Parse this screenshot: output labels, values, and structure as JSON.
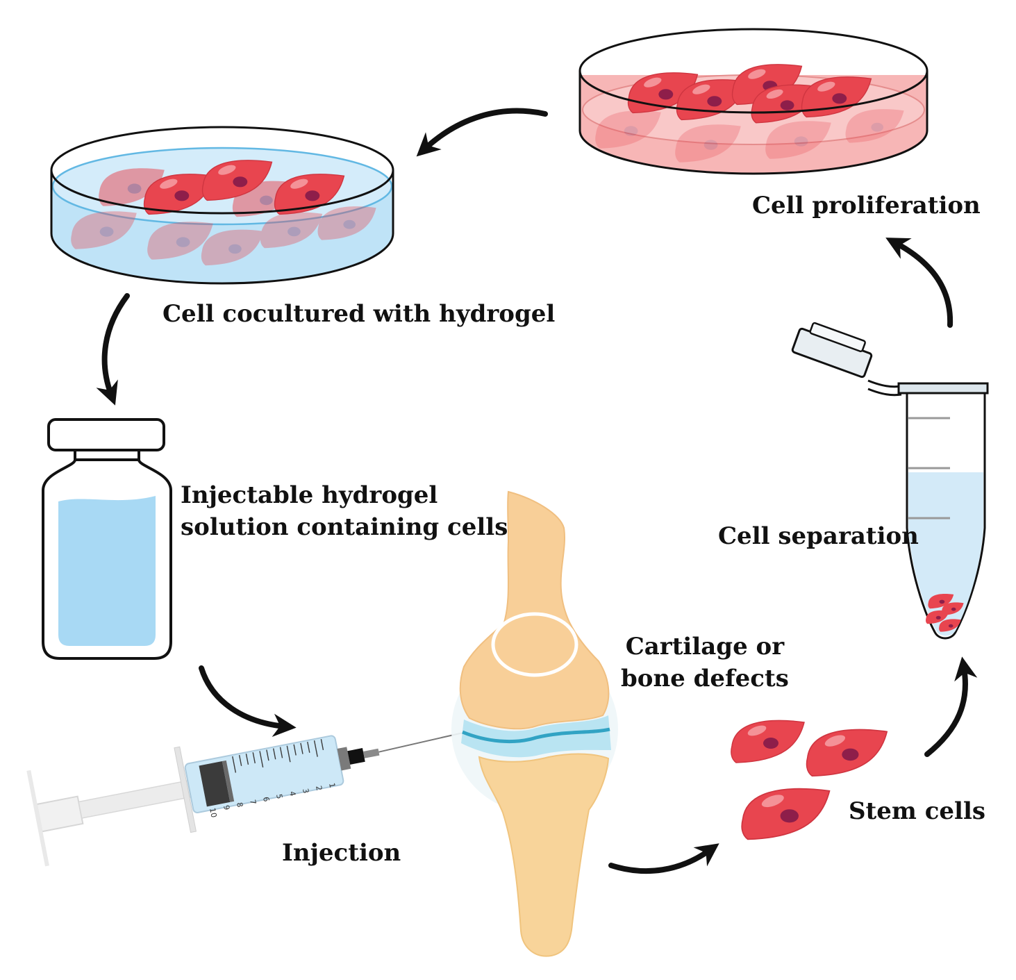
{
  "labels": {
    "cell_proliferation": "Cell proliferation",
    "cell_cocultured": "Cell cocultured with hydrogel",
    "injectable_line1": "Injectable hydrogel",
    "injectable_line2": "solution containing cells",
    "cell_separation": "Cell separation",
    "cartilage_line1": "Cartilage or",
    "cartilage_line2": "bone defects",
    "stem_cells": "Stem cells",
    "injection": "Injection"
  },
  "syringe_scale": [
    "1",
    "2",
    "3",
    "4",
    "5",
    "6",
    "7",
    "8",
    "9",
    "10"
  ],
  "colors": {
    "cell_red": "#e8454f",
    "cell_nucleus": "#8e1e4a",
    "hydrogel_blue": "#bfe3f7",
    "dish_pink": "#f7b9b9",
    "bone": "#f8cf98",
    "cartilage": "#b9e4f2",
    "arrow": "#111111"
  },
  "icons": [
    "petri-dish-icon",
    "vial-icon",
    "syringe-icon",
    "knee-joint-icon",
    "microcentrifuge-tube-icon",
    "stem-cell-icon",
    "curved-arrow-icon"
  ]
}
